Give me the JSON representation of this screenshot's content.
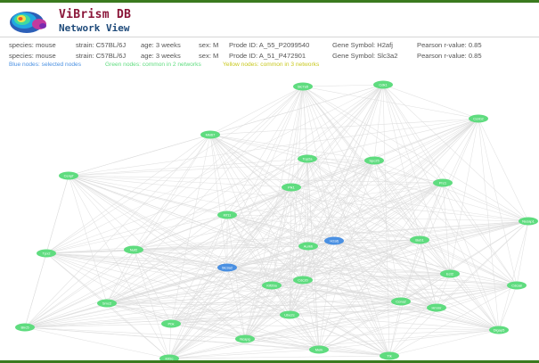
{
  "app": {
    "title": "ViBrism DB",
    "subtitle": "Network View"
  },
  "colors": {
    "brand_red": "#8a1538",
    "brand_blue": "#1e4a7a",
    "frame_green": "#3a7a1e",
    "node_blue": "#4a90e2",
    "node_green": "#5fdc7f",
    "edge": "#dcdcdc"
  },
  "probes": [
    {
      "species": "species: mouse",
      "strain": "strain: C57BL/6J",
      "age": "age: 3 weeks",
      "sex": "sex: M",
      "probe_id": "Prode ID: A_55_P2099540",
      "gene_symbol": "Gene Symbol: H2afj",
      "pearson": "Pearson r-value: 0.85"
    },
    {
      "species": "species: mouse",
      "strain": "strain: C57BL/6J",
      "age": "age: 3 weeks",
      "sex": "sex: M",
      "probe_id": "Prode ID: A_51_P472901",
      "gene_symbol": "Gene Symbol: Slc3a2",
      "pearson": "Pearson r-value: 0.85"
    }
  ],
  "legend": {
    "blue": "Blue nodes: selected nodes",
    "green": "Green nodes: common in 2 networks",
    "yellow": "Yellow nodes: common in 3 networks"
  },
  "network": {
    "nodes": [
      {
        "label": "H2afj",
        "kind": "selected"
      },
      {
        "label": "Slc3a2",
        "kind": "selected"
      },
      {
        "label": "Slc7a5",
        "kind": "common-2"
      },
      {
        "label": "Cdk1",
        "kind": "common-2"
      },
      {
        "label": "Ccnb2",
        "kind": "common-2"
      },
      {
        "label": "Mki67",
        "kind": "common-2"
      },
      {
        "label": "Top2a",
        "kind": "common-2"
      },
      {
        "label": "Cenpf",
        "kind": "common-2"
      },
      {
        "label": "Plk1",
        "kind": "common-2"
      },
      {
        "label": "Prc1",
        "kind": "common-2"
      },
      {
        "label": "Nusap1",
        "kind": "common-2"
      },
      {
        "label": "Kif11",
        "kind": "common-2"
      },
      {
        "label": "Aurkb",
        "kind": "common-2"
      },
      {
        "label": "Bub1",
        "kind": "common-2"
      },
      {
        "label": "Tpx2",
        "kind": "common-2"
      },
      {
        "label": "Ect2",
        "kind": "common-2"
      },
      {
        "label": "Kif20a",
        "kind": "common-2"
      },
      {
        "label": "Cdc20",
        "kind": "common-2"
      },
      {
        "label": "Ccna2",
        "kind": "common-2"
      },
      {
        "label": "Hmmr",
        "kind": "common-2"
      },
      {
        "label": "Ube2c",
        "kind": "common-2"
      },
      {
        "label": "Birc5",
        "kind": "common-2"
      },
      {
        "label": "Pbk",
        "kind": "common-2"
      },
      {
        "label": "Melk",
        "kind": "common-2"
      },
      {
        "label": "Ttk",
        "kind": "common-2"
      },
      {
        "label": "Kif2c",
        "kind": "common-2"
      },
      {
        "label": "Dlgap5",
        "kind": "common-2"
      },
      {
        "label": "Cdca8",
        "kind": "common-2"
      },
      {
        "label": "Nuf2",
        "kind": "common-2"
      },
      {
        "label": "Spc25",
        "kind": "common-2"
      },
      {
        "label": "Ncapg",
        "kind": "common-2"
      },
      {
        "label": "Smc2",
        "kind": "common-2"
      }
    ]
  }
}
